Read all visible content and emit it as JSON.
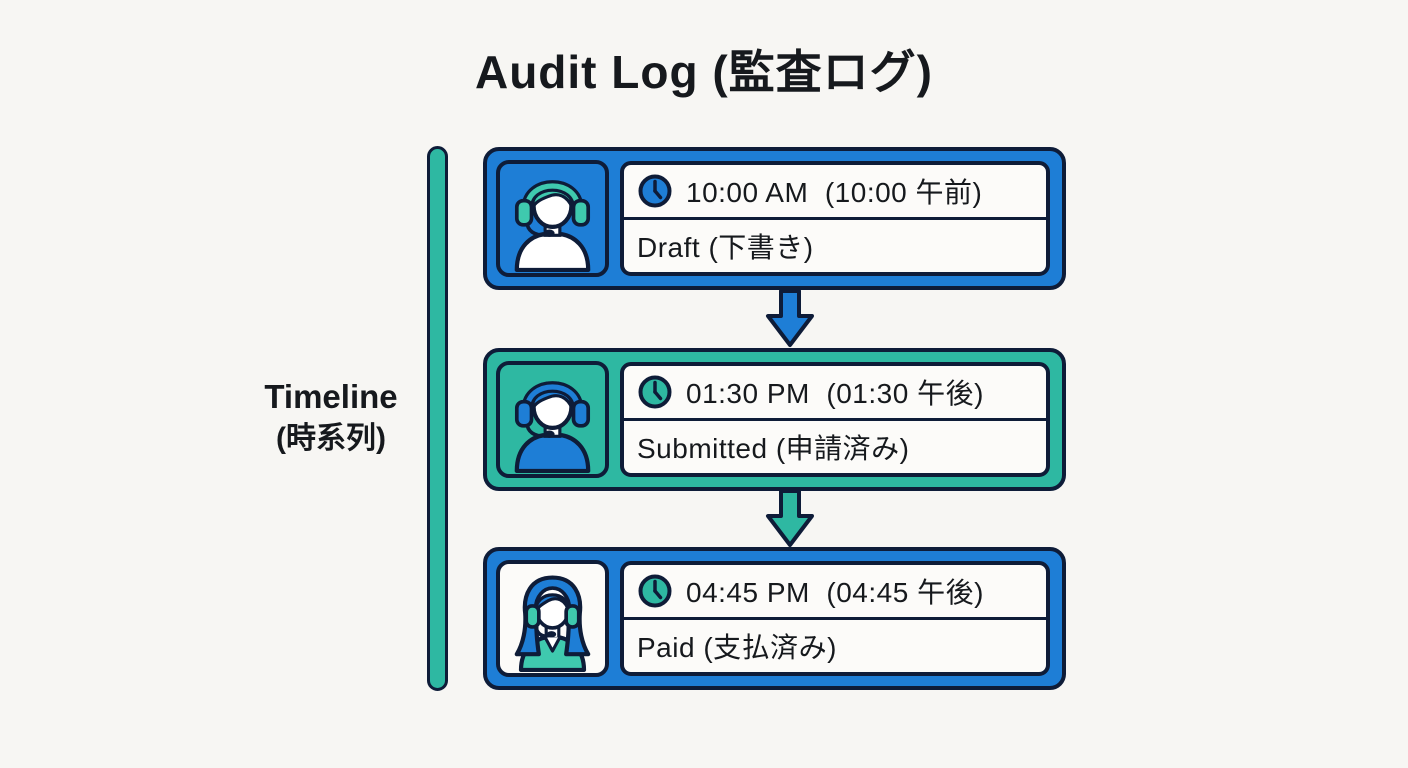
{
  "title": "Audit Log (監査ログ)",
  "timeline": {
    "label_en": "Timeline",
    "label_jp": "(時系列)"
  },
  "colors": {
    "blue": "#1e7ed6",
    "teal": "#2eb8a2",
    "outline": "#0e1c38",
    "background": "#f7f6f3",
    "panel": "#fcfbf9",
    "text": "#16191d"
  },
  "events": [
    {
      "time": "10:00 AM  (10:00 午前)",
      "status": "Draft (下書き)",
      "card_color": "#1e7ed6",
      "clock_color": "#1e7ed6",
      "avatar": {
        "variant": "short",
        "background": "#1e7ed6",
        "hair": "#3fc9ae",
        "headset": "#3fc9ae",
        "shirt": "#ffffff"
      }
    },
    {
      "time": "01:30 PM  (01:30 午後)",
      "status": "Submitted (申請済み)",
      "card_color": "#2eb8a2",
      "clock_color": "#2eb8a2",
      "avatar": {
        "variant": "short",
        "background": "#2eb8a2",
        "hair": "#1e7ed6",
        "headset": "#1e7ed6",
        "shirt": "#1e7ed6"
      }
    },
    {
      "time": "04:45 PM  (04:45 午後)",
      "status": "Paid (支払済み)",
      "card_color": "#1e7ed6",
      "clock_color": "#2eb8a2",
      "avatar": {
        "variant": "long",
        "background": "#fcfbf9",
        "hair": "#1e7ed6",
        "headset": "#3fc9ae",
        "shirt": "#3fc9ae"
      }
    }
  ],
  "arrows": [
    {
      "color": "#1e7ed6"
    },
    {
      "color": "#2eb8a2"
    }
  ]
}
